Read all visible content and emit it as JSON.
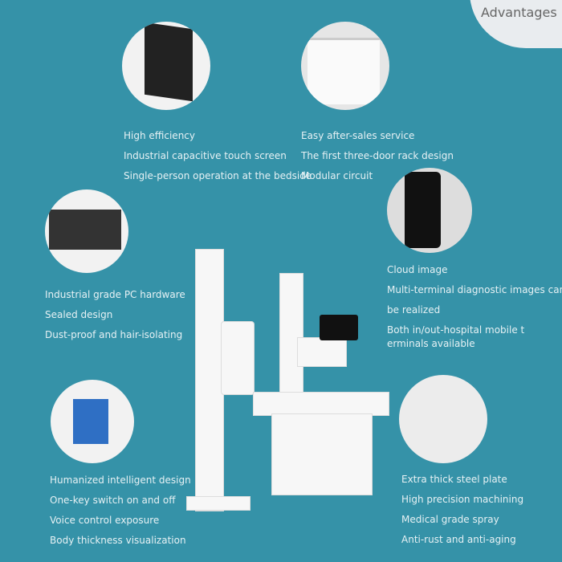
{
  "header": {
    "badge": "Advantages"
  },
  "features": {
    "touch": [
      "High efficiency",
      "Industrial capacitive touch screen",
      "Single-person operation at the bedside"
    ],
    "rack": [
      "Easy after-sales service",
      "The first three-door rack design",
      "Modular circuit"
    ],
    "pc": [
      "Industrial grade PC hardware",
      "Sealed design",
      "Dust-proof and hair-isolating"
    ],
    "cloud": [
      "Cloud image",
      "Multi-terminal diagnostic images can",
      "be realized",
      "Both in/out-hospital mobile t",
      "erminals  available"
    ],
    "switch": [
      "Humanized intelligent design",
      "One-key switch on and off",
      "Voice control exposure",
      "Body thickness visualization"
    ],
    "steel": [
      "Extra thick steel plate",
      "High precision machining",
      "Medical grade spray",
      "Anti-rust and anti-aging"
    ]
  },
  "colors": {
    "background": "#3592a8",
    "badge": "#e9ecef"
  }
}
